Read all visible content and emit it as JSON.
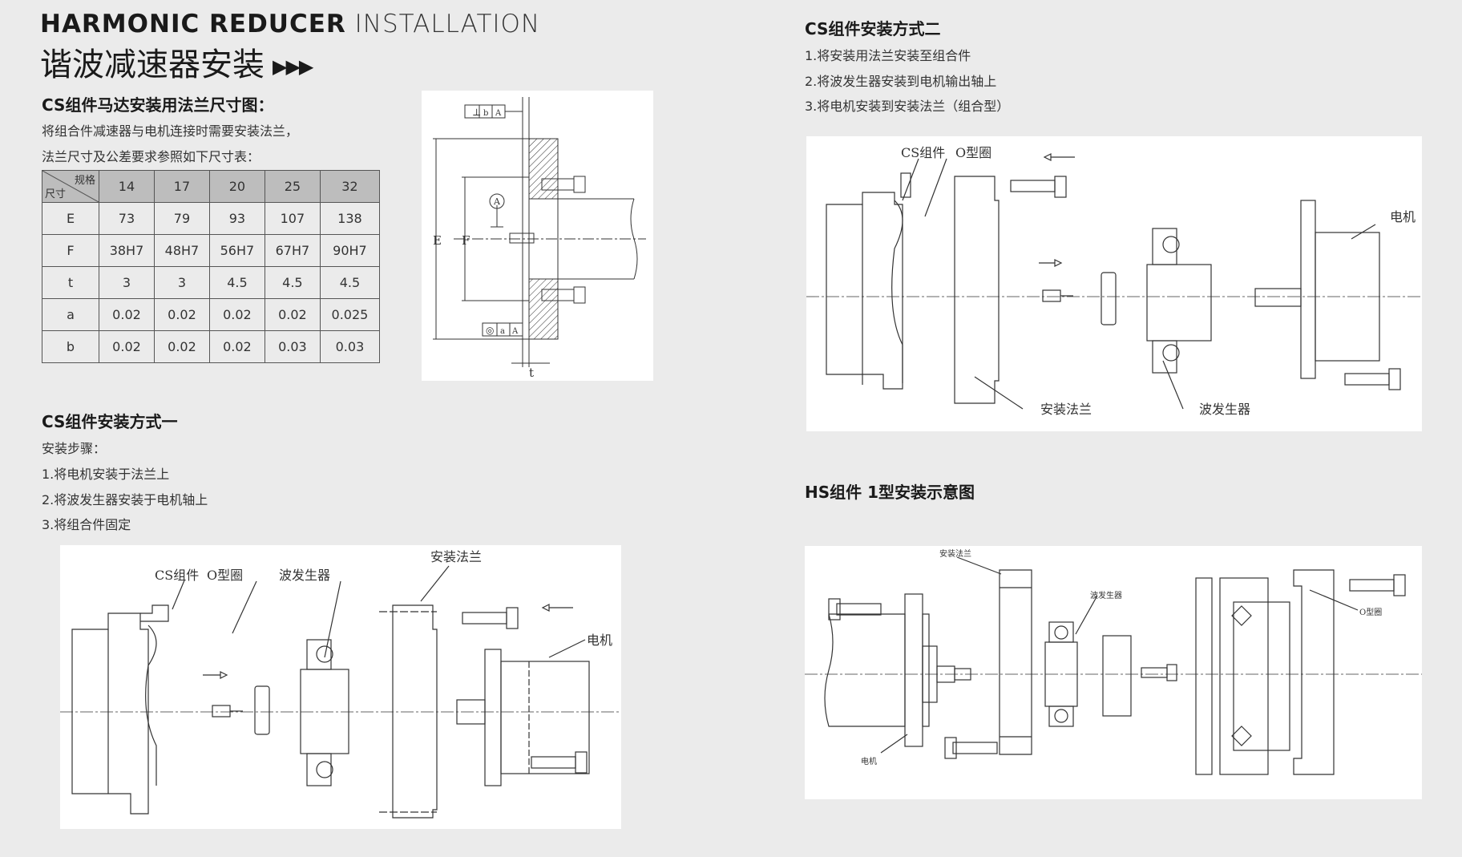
{
  "header": {
    "title_en_bold": "HARMONIC REDUCER",
    "title_en_light": "INSTALLATION",
    "title_cn": "谐波减速器安装",
    "arrows": "▶▶▶"
  },
  "flange_section": {
    "title": "CS组件马达安装用法兰尺寸图：",
    "desc_line1": "将组合件减速器与电机连接时需要安装法兰，",
    "desc_line2": "法兰尺寸及公差要求参照如下尺寸表：",
    "table": {
      "corner_top": "规格",
      "corner_bottom": "尺寸",
      "columns": [
        "14",
        "17",
        "20",
        "25",
        "32"
      ],
      "rows": [
        {
          "label": "E",
          "values": [
            "73",
            "79",
            "93",
            "107",
            "138"
          ]
        },
        {
          "label": "F",
          "values": [
            "38H7",
            "48H7",
            "56H7",
            "67H7",
            "90H7"
          ]
        },
        {
          "label": "t",
          "values": [
            "3",
            "3",
            "4.5",
            "4.5",
            "4.5"
          ]
        },
        {
          "label": "a",
          "values": [
            "0.02",
            "0.02",
            "0.02",
            "0.02",
            "0.025"
          ]
        },
        {
          "label": "b",
          "values": [
            "0.02",
            "0.02",
            "0.02",
            "0.03",
            "0.03"
          ]
        }
      ]
    },
    "drawing_labels": {
      "E": "E",
      "F": "F",
      "t": "t",
      "A": "A",
      "perp": "⊥",
      "b": "b",
      "a": "a",
      "concentric": "◎"
    }
  },
  "method_one": {
    "title": "CS组件安装方式一",
    "steps_label": "安装步骤：",
    "step1": "1.将电机安装于法兰上",
    "step2": "2.将波发生器安装于电机轴上",
    "step3": "3.将组合件固定",
    "labels": {
      "cs": "CS组件",
      "oring": "O型圈",
      "wave": "波发生器",
      "flange": "安装法兰",
      "motor": "电机"
    }
  },
  "method_two": {
    "title": "CS组件安装方式二",
    "step1": "1.将安装用法兰安装至组合件",
    "step2": "2.将波发生器安装到电机输出轴上",
    "step3": "3.将电机安装到安装法兰（组合型）",
    "labels": {
      "cs": "CS组件",
      "oring": "O型圈",
      "motor": "电机",
      "flange": "安装法兰",
      "wave": "波发生器"
    }
  },
  "hs_section": {
    "title": "HS组件 1型安装示意图",
    "labels": {
      "flange": "安装法兰",
      "wave": "波发生器",
      "oring": "O型圈",
      "motor": "电机"
    }
  },
  "colors": {
    "background": "#ebebeb",
    "table_header": "#bdbdbd",
    "panel": "#ffffff",
    "line": "#333333"
  }
}
